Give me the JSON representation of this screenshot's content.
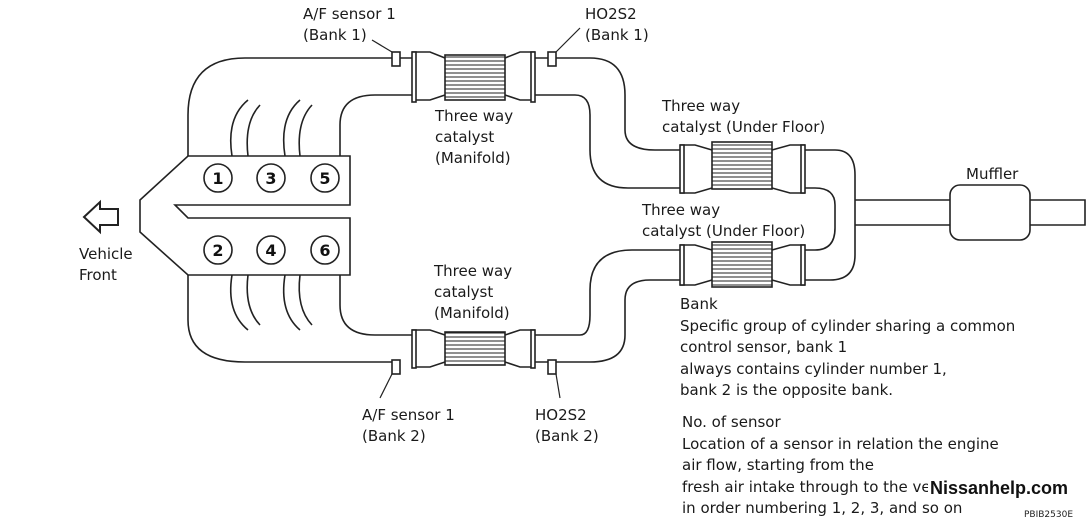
{
  "labels": {
    "af_sensor_bank1": [
      "A/F sensor 1",
      "(Bank 1)"
    ],
    "ho2s2_bank1": [
      "HO2S2",
      "(Bank 1)"
    ],
    "cat_manifold_bank1": [
      "Three way",
      "catalyst",
      "(Manifold)"
    ],
    "cat_underfloor_upper": [
      "Three way",
      "catalyst (Under Floor)"
    ],
    "cat_underfloor_lower": [
      "Three way",
      "catalyst (Under Floor)"
    ],
    "muffler": "Muffler",
    "vehicle_front": [
      "Vehicle",
      "Front"
    ],
    "cat_manifold_bank2": [
      "Three way",
      "catalyst",
      "(Manifold)"
    ],
    "af_sensor_bank2": [
      "A/F sensor 1",
      "(Bank 2)"
    ],
    "ho2s2_bank2": [
      "HO2S2",
      "(Bank 2)"
    ]
  },
  "cylinders": {
    "bank1": [
      "1",
      "3",
      "5"
    ],
    "bank2": [
      "2",
      "4",
      "6"
    ]
  },
  "notes": {
    "bank_title": "Bank",
    "bank_lines": [
      "Specific group of cylinder sharing a common",
      "control sensor, bank 1",
      "always contains cylinder number 1,",
      "bank 2 is the opposite bank."
    ],
    "sensor_title": "No. of sensor",
    "sensor_lines": [
      "Location of a sensor in relation the engine",
      "air flow, starting from the",
      "fresh air intake through to the vehicle tailpipe",
      "in order numbering 1, 2, 3, and so on"
    ]
  },
  "watermark": "Nissanhelp.com",
  "figure_code": "PBIB2530E"
}
